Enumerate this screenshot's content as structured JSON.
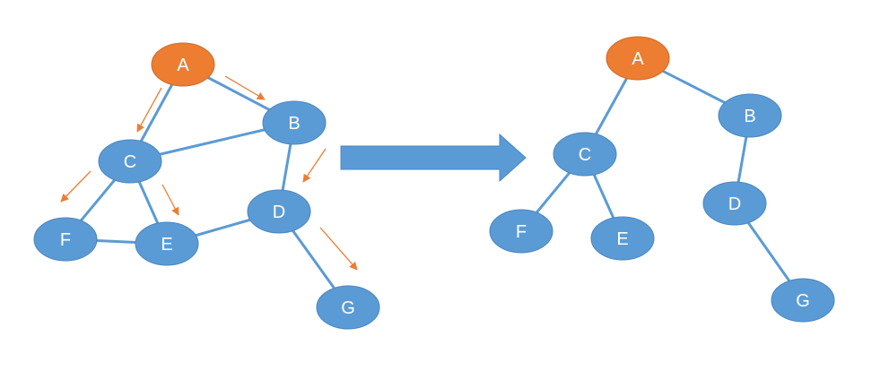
{
  "colors": {
    "node_default": "#5b9bd5",
    "node_root": "#ed7d31",
    "edge": "#5b9bd5",
    "traversal_arrow": "#ed7d31",
    "big_arrow": "#5b9bd5"
  },
  "graph": {
    "nodes": {
      "A": "A",
      "B": "B",
      "C": "C",
      "D": "D",
      "E": "E",
      "F": "F",
      "G": "G"
    },
    "edges": [
      [
        "A",
        "C"
      ],
      [
        "A",
        "B"
      ],
      [
        "C",
        "B"
      ],
      [
        "C",
        "F"
      ],
      [
        "C",
        "E"
      ],
      [
        "F",
        "E"
      ],
      [
        "E",
        "D"
      ],
      [
        "B",
        "D"
      ],
      [
        "D",
        "G"
      ]
    ],
    "traversal_order": [
      "A",
      "C",
      "F",
      "E",
      "B",
      "D",
      "G"
    ]
  },
  "tree": {
    "nodes": {
      "A": "A",
      "B": "B",
      "C": "C",
      "D": "D",
      "E": "E",
      "F": "F",
      "G": "G"
    },
    "edges": [
      [
        "A",
        "C"
      ],
      [
        "A",
        "B"
      ],
      [
        "C",
        "F"
      ],
      [
        "C",
        "E"
      ],
      [
        "B",
        "D"
      ],
      [
        "D",
        "G"
      ]
    ]
  }
}
